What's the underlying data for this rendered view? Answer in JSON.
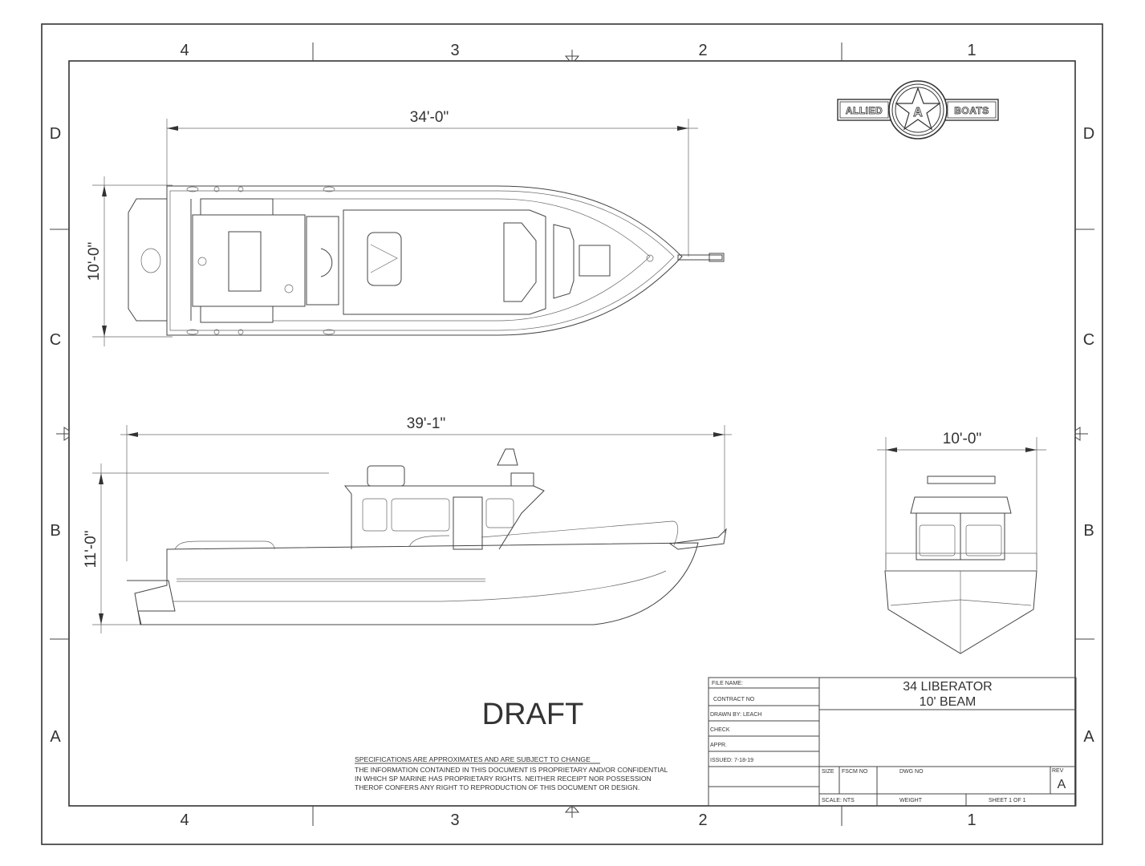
{
  "sheet": {
    "zones_columns": [
      "4",
      "3",
      "2",
      "1"
    ],
    "zones_rows": [
      "D",
      "C",
      "B",
      "A"
    ]
  },
  "logo": {
    "left_text": "ALLIED",
    "center_letter": "A",
    "right_text": "BOATS"
  },
  "views": {
    "plan": {
      "length_dim": "34'-0\"",
      "beam_dim": "10'-0\""
    },
    "profile": {
      "length_dim": "39'-1\"",
      "height_dim": "11'-0\""
    },
    "front": {
      "beam_dim": "10'-0\""
    }
  },
  "draft_label": "DRAFT",
  "notes": {
    "heading": "SPECIFICATIONS ARE APPROXIMATES AND ARE SUBJECT TO CHANGE",
    "lines": [
      "THE INFORMATION CONTAINED IN THIS DOCUMENT IS PROPRIETARY AND/OR CONFIDENTIAL",
      "IN WHICH SP MARINE HAS PROPRIETARY RIGHTS. NEITHER RECEIPT NOR POSSESSION",
      "THEROF CONFERS ANY RIGHT TO REPRODUCTION OF THIS DOCUMENT OR DESIGN."
    ]
  },
  "title_block": {
    "file_name_label": "FILE NAME:",
    "contract_no_label": "CONTRACT NO",
    "drawn_by": "DRAWN BY:  LEACH",
    "check_label": "CHECK",
    "appr_label": "APPR.",
    "issued": "ISSUED:  7-18-19",
    "title_line1": "34 LIBERATOR",
    "title_line2": "10'  BEAM",
    "size_label": "SIZE",
    "fscm_label": "FSCM NO",
    "dwg_label": "DWG NO",
    "rev_label": "REV",
    "rev_value": "A",
    "scale": "SCALE: NTS",
    "weight_label": "WEIGHT",
    "sheet": "SHEET 1 OF 1"
  }
}
